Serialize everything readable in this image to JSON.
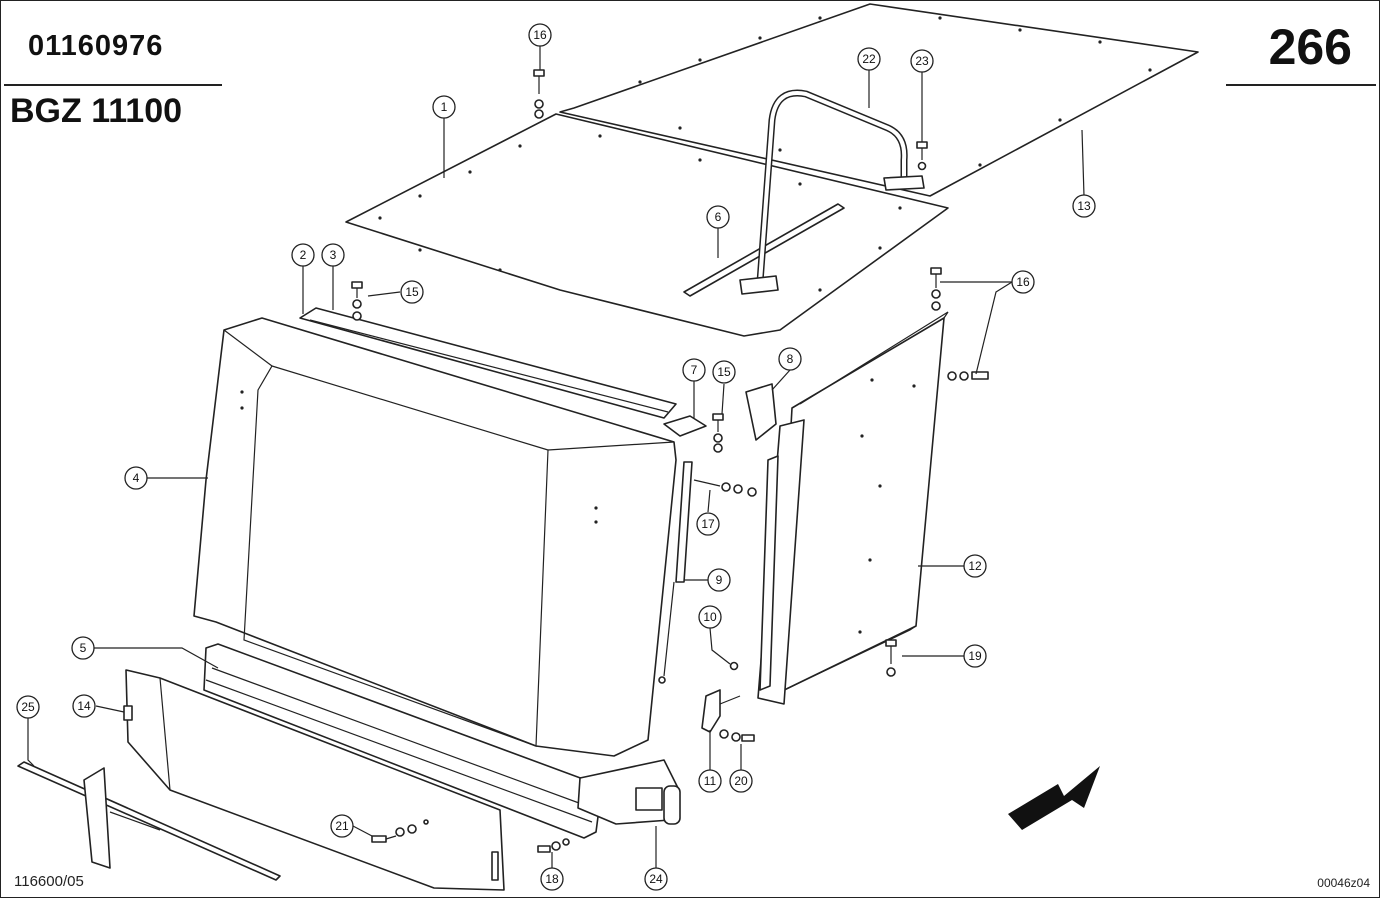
{
  "header": {
    "part_number": "01160976",
    "model_code": "BGZ 11100",
    "page_number": "266"
  },
  "footer": {
    "doc_code": "116600/05",
    "drawing_code": "00046z04"
  },
  "callouts": [
    "1",
    "2",
    "3",
    "4",
    "5",
    "6",
    "7",
    "8",
    "9",
    "10",
    "11",
    "12",
    "13",
    "14",
    "15",
    "15",
    "16",
    "16",
    "17",
    "18",
    "19",
    "20",
    "21",
    "22",
    "23",
    "24",
    "25"
  ],
  "icons": {
    "direction_arrow": "arrow-up-right-icon"
  }
}
